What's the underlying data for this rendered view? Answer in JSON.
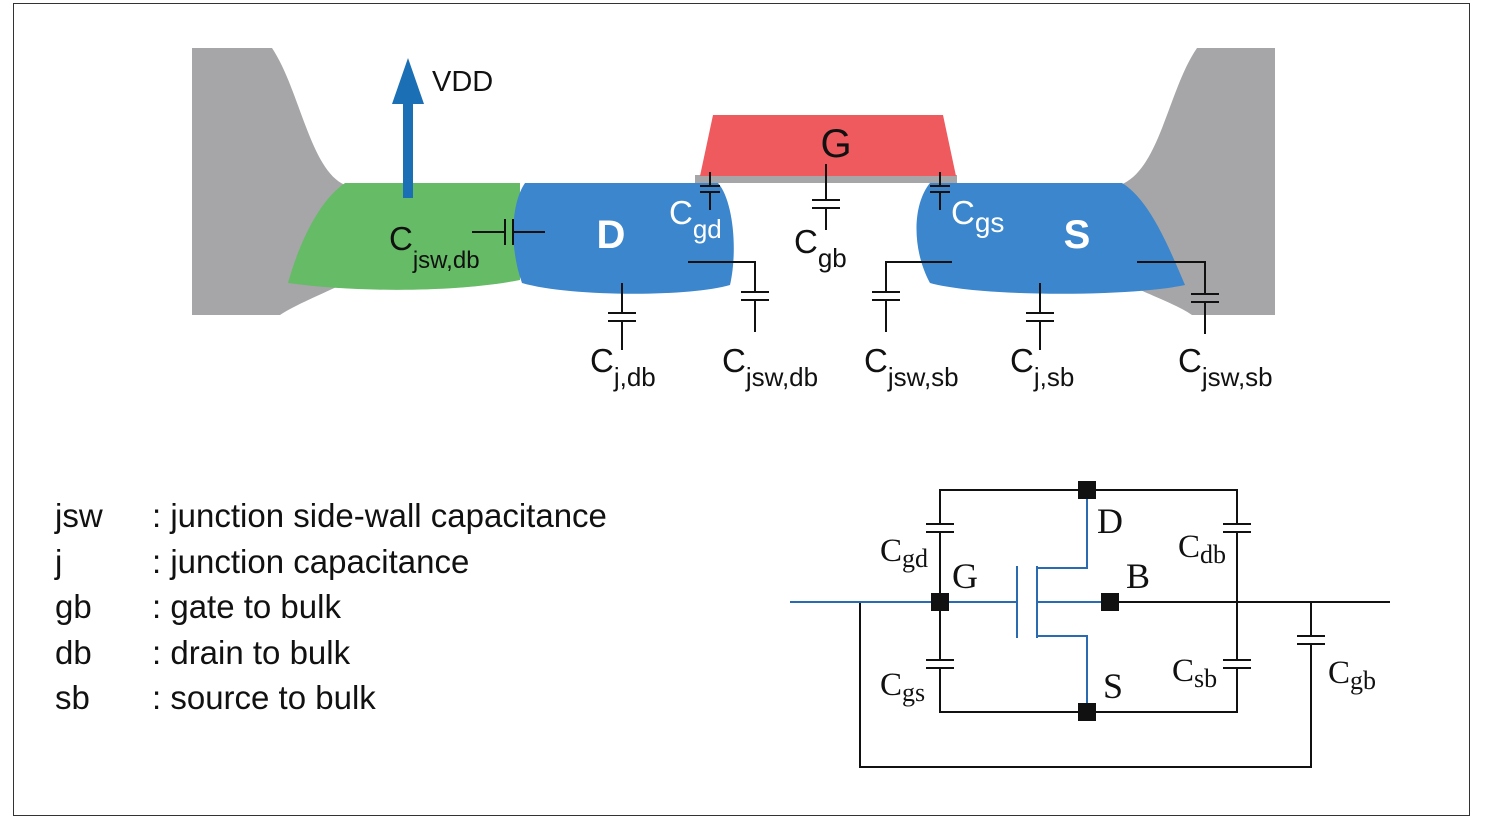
{
  "colors": {
    "oxide": "#a6a6a8",
    "well": "#66bb66",
    "diffusion": "#3b86cc",
    "gate": "#ef5a5f",
    "arrow": "#1a6fb5",
    "wire_blue": "#2a6ab0"
  },
  "cross_section": {
    "vdd": "VDD",
    "gate": "G",
    "drain": "D",
    "source": "S",
    "caps": {
      "cjsw_db_left": {
        "main": "C",
        "sub": "jsw,db"
      },
      "cgd": {
        "main": "C",
        "sub": "gd"
      },
      "cgb": {
        "main": "C",
        "sub": "gb"
      },
      "cgs": {
        "main": "C",
        "sub": "gs"
      },
      "cj_db": {
        "main": "C",
        "sub": "j,db"
      },
      "cjsw_db": {
        "main": "C",
        "sub": "jsw,db"
      },
      "cjsw_sb": {
        "main": "C",
        "sub": "jsw,sb"
      },
      "cj_sb": {
        "main": "C",
        "sub": "j,sb"
      },
      "cjsw_sb_right": {
        "main": "C",
        "sub": "jsw,sb"
      }
    }
  },
  "legend": [
    {
      "term": "jsw",
      "desc": ": junction side-wall capacitance"
    },
    {
      "term": "j",
      "desc": ": junction capacitance"
    },
    {
      "term": "gb",
      "desc": ": gate to bulk"
    },
    {
      "term": "db",
      "desc": ": drain to bulk"
    },
    {
      "term": "sb",
      "desc": ": source to bulk"
    }
  ],
  "schematic": {
    "nodes": {
      "d": "D",
      "g": "G",
      "b": "B",
      "s": "S"
    },
    "caps": {
      "cgd": {
        "main": "C",
        "sub": "gd"
      },
      "cdb": {
        "main": "C",
        "sub": "db"
      },
      "cgs": {
        "main": "C",
        "sub": "gs"
      },
      "csb": {
        "main": "C",
        "sub": "sb"
      },
      "cgb": {
        "main": "C",
        "sub": "gb"
      }
    }
  }
}
